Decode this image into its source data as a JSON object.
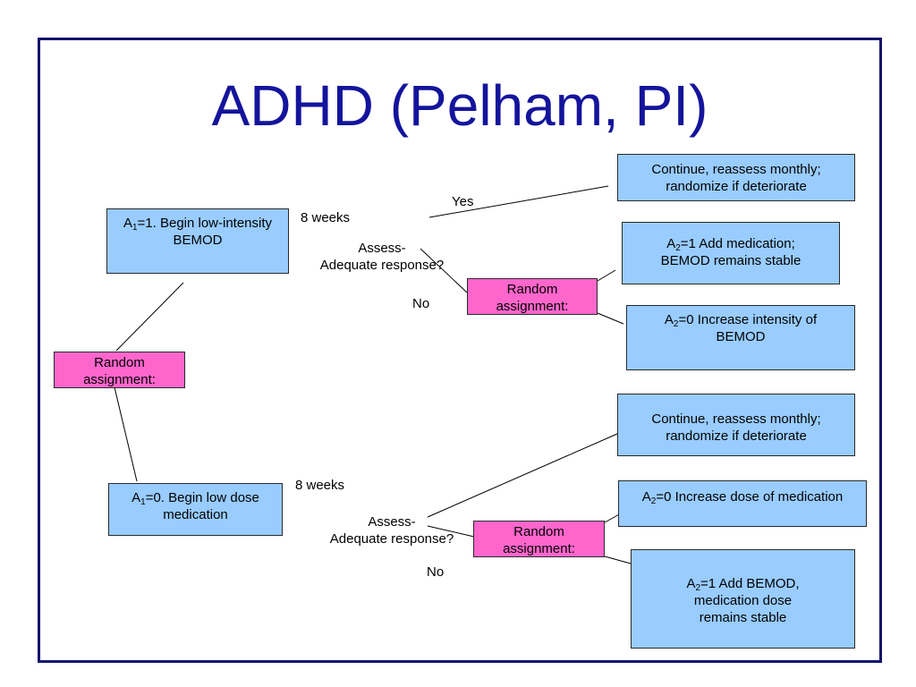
{
  "title": "ADHD (Pelham, PI)",
  "colors": {
    "stage_box": "#99ccff",
    "random_box": "#ff66cc",
    "title": "#14149c",
    "frame": "#14146e"
  },
  "stage1": {
    "a1_1": {
      "var": "A",
      "sub": "1",
      "text_a": "=1. Begin low-intensity",
      "text_b": "BEMOD"
    },
    "a1_0": {
      "var": "A",
      "sub": "1",
      "text_a": "=0.  Begin low dose",
      "text_b": "medication"
    },
    "random": {
      "line1": "Random",
      "line2": "assignment:"
    }
  },
  "top_branch": {
    "weeks": "8 weeks",
    "assess_line1": "Assess-",
    "assess_line2": "Adequate response?",
    "yes": "Yes",
    "no": "No",
    "continue": {
      "line1": "Continue, reassess monthly;",
      "line2": "randomize if deteriorate"
    },
    "random": {
      "line1": "Random",
      "line2": "assignment:"
    },
    "opt1": {
      "var": "A",
      "sub": "2",
      "text_a": "=1 Add medication;",
      "text_b": "BEMOD remains stable"
    },
    "opt2": {
      "var": "A",
      "sub": "2",
      "text_a": "=0 Increase intensity of",
      "text_b": "BEMOD"
    }
  },
  "bottom_branch": {
    "weeks": "8 weeks",
    "assess_line1": "Assess-",
    "assess_line2": "Adequate response?",
    "no": "No",
    "continue": {
      "line1": "Continue, reassess monthly;",
      "line2": "randomize if deteriorate"
    },
    "random": {
      "line1": "Random",
      "line2": "assignment:"
    },
    "opt1": {
      "var": "A",
      "sub": "2",
      "text_a": "=0 Increase dose of medication"
    },
    "opt2": {
      "var": "A",
      "sub": "2",
      "text_a": "=1 Add BEMOD,",
      "text_b": "medication dose",
      "text_c": "remains stable"
    }
  }
}
